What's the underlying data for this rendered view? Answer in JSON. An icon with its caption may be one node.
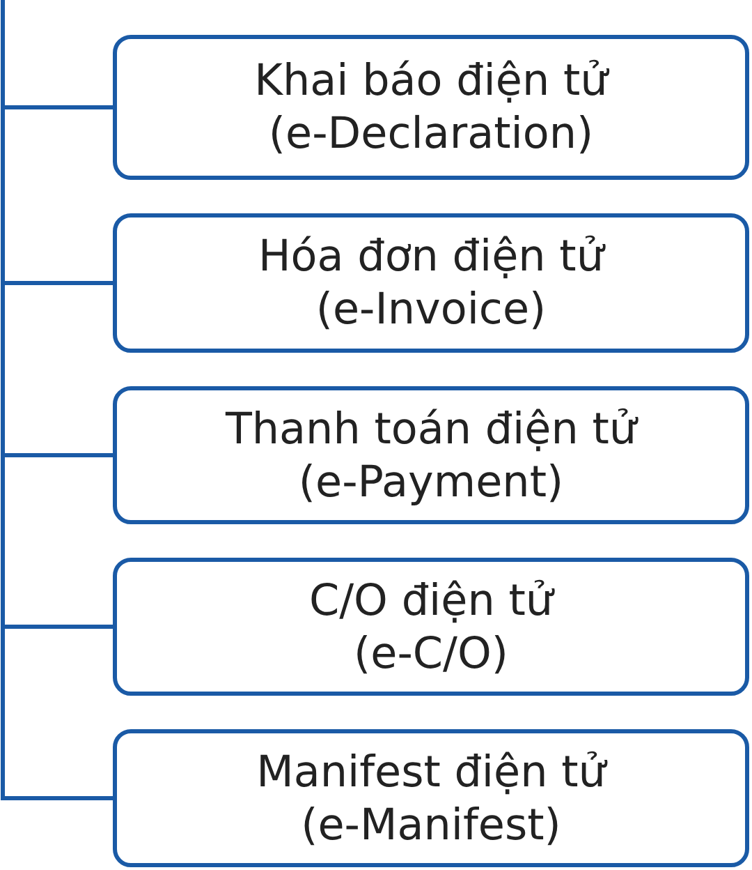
{
  "diagram": {
    "nodes": [
      {
        "text": [
          "Khai báo điện tử (e-Declaration)"
        ]
      },
      {
        "text": [
          "Hóa đơn điện tử (e-Invoice)"
        ]
      },
      {
        "text": [
          "Thanh toán điện tử (e-Payment)"
        ]
      },
      {
        "text": [
          "C/O điện tử (e-C/O)"
        ]
      },
      {
        "text": [
          "Manifest điện tử (e-Manifest)"
        ]
      }
    ],
    "edges": [
      {
        "from": null,
        "to": 0,
        "arrow": "none"
      },
      {
        "from": null,
        "to": 1,
        "arrow": "none"
      },
      {
        "from": null,
        "to": 2,
        "arrow": "none"
      },
      {
        "from": null,
        "to": 3,
        "arrow": "none"
      },
      {
        "from": null,
        "to": 4,
        "arrow": "none"
      }
    ]
  }
}
